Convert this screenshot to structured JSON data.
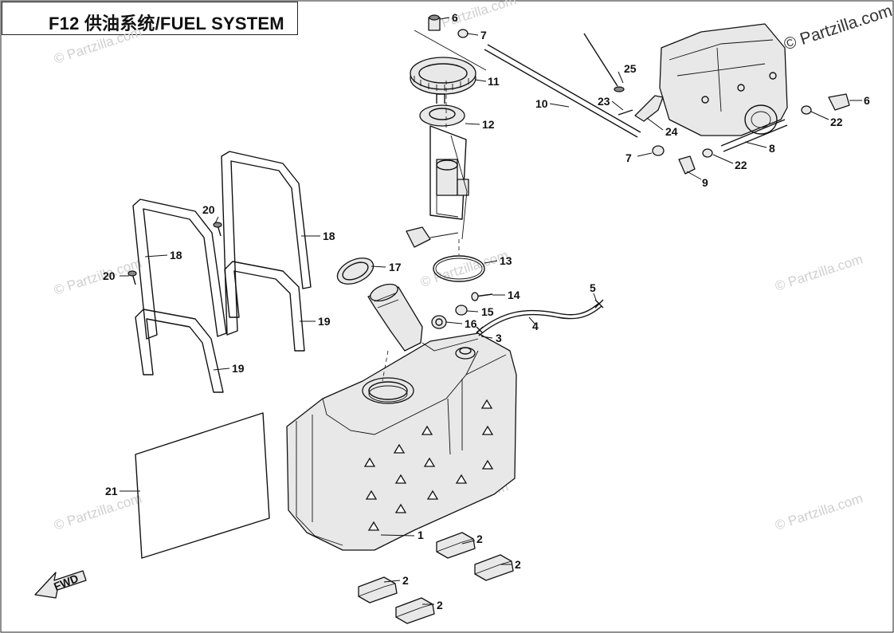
{
  "header": {
    "title": "F12 供油系统/FUEL SYSTEM"
  },
  "watermarks": {
    "corner": "© Partzilla.com",
    "tile": "© Partzilla.com"
  },
  "callouts": [
    {
      "id": "c1",
      "label": "1"
    },
    {
      "id": "c2a",
      "label": "2"
    },
    {
      "id": "c2b",
      "label": "2"
    },
    {
      "id": "c2c",
      "label": "2"
    },
    {
      "id": "c2d",
      "label": "2"
    },
    {
      "id": "c3",
      "label": "3"
    },
    {
      "id": "c4",
      "label": "4"
    },
    {
      "id": "c5",
      "label": "5"
    },
    {
      "id": "c6a",
      "label": "6"
    },
    {
      "id": "c6b",
      "label": "6"
    },
    {
      "id": "c7a",
      "label": "7"
    },
    {
      "id": "c7b",
      "label": "7"
    },
    {
      "id": "c8",
      "label": "8"
    },
    {
      "id": "c9",
      "label": "9"
    },
    {
      "id": "c10",
      "label": "10"
    },
    {
      "id": "c11",
      "label": "11"
    },
    {
      "id": "c12",
      "label": "12"
    },
    {
      "id": "c13",
      "label": "13"
    },
    {
      "id": "c14",
      "label": "14"
    },
    {
      "id": "c15",
      "label": "15"
    },
    {
      "id": "c16",
      "label": "16"
    },
    {
      "id": "c17",
      "label": "17"
    },
    {
      "id": "c18a",
      "label": "18"
    },
    {
      "id": "c18b",
      "label": "18"
    },
    {
      "id": "c19a",
      "label": "19"
    },
    {
      "id": "c19b",
      "label": "19"
    },
    {
      "id": "c20a",
      "label": "20"
    },
    {
      "id": "c20b",
      "label": "20"
    },
    {
      "id": "c21",
      "label": "21"
    },
    {
      "id": "c22a",
      "label": "22"
    },
    {
      "id": "c22b",
      "label": "22"
    },
    {
      "id": "c23",
      "label": "23"
    },
    {
      "id": "c24",
      "label": "24"
    },
    {
      "id": "c25",
      "label": "25"
    }
  ],
  "fwd_arrow": {
    "label": "FWD"
  }
}
